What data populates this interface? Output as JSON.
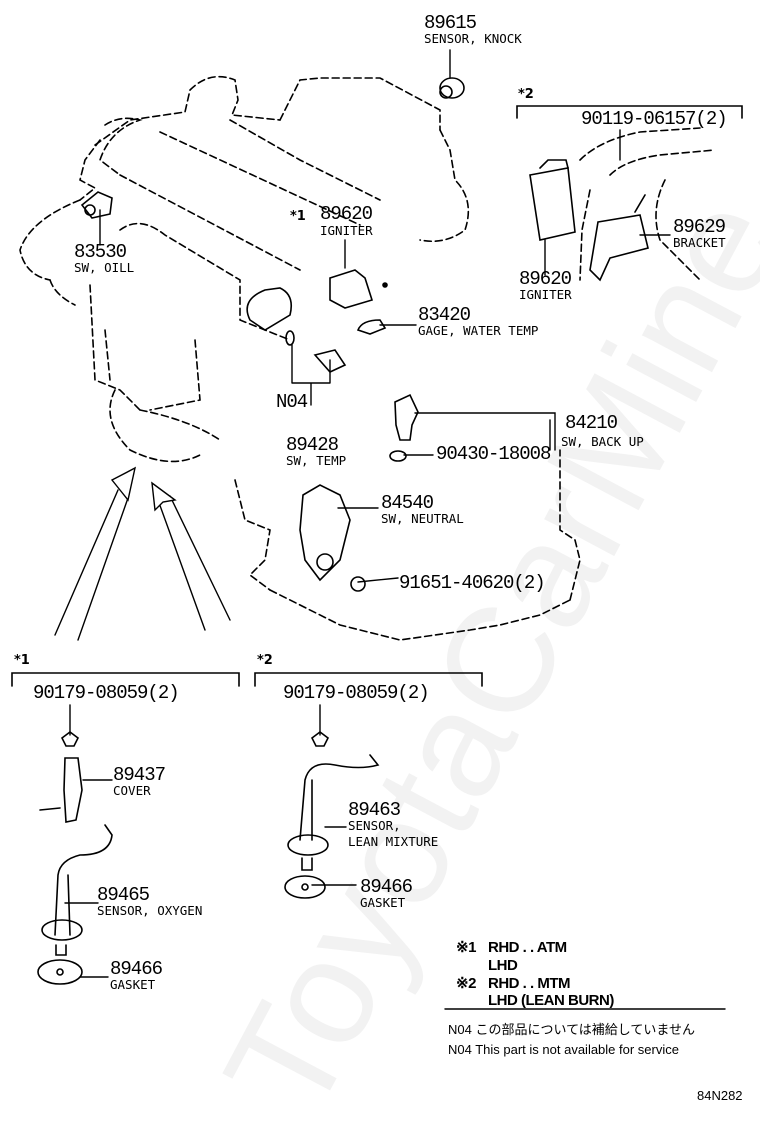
{
  "diagram": {
    "title_code": "84N282",
    "watermark": "ToyotaCarMine",
    "parts": [
      {
        "id": "knock_sensor",
        "number": "89615",
        "name": "SENSOR, KNOCK"
      },
      {
        "id": "bolt_igniter_2",
        "number": "90119-06157(2)",
        "name": ""
      },
      {
        "id": "igniter_1",
        "prefix": "*1",
        "number": "89620",
        "name": "IGNITER"
      },
      {
        "id": "igniter_2",
        "number": "89620",
        "name": "IGNITER"
      },
      {
        "id": "bracket",
        "number": "89629",
        "name": "BRACKET"
      },
      {
        "id": "oil_switch",
        "number": "83530",
        "name": "SW, OILL"
      },
      {
        "id": "water_temp_gage",
        "number": "83420",
        "name": "GAGE, WATER TEMP"
      },
      {
        "id": "n04",
        "number": "N04",
        "name": ""
      },
      {
        "id": "temp_switch",
        "number": "89428",
        "name": "SW, TEMP"
      },
      {
        "id": "backup_switch",
        "number": "84210",
        "name": "SW, BACK UP"
      },
      {
        "id": "gasket_backup",
        "number": "90430-18008",
        "name": ""
      },
      {
        "id": "neutral_switch",
        "number": "84540",
        "name": "SW, NEUTRAL"
      },
      {
        "id": "bolt_neutral",
        "number": "91651-40620(2)",
        "name": ""
      },
      {
        "id": "nut_1",
        "number": "90179-08059(2)",
        "name": ""
      },
      {
        "id": "cover",
        "number": "89437",
        "name": "COVER"
      },
      {
        "id": "oxygen_sensor",
        "number": "89465",
        "name": "SENSOR, OXYGEN"
      },
      {
        "id": "gasket_1",
        "number": "89466",
        "name": "GASKET"
      },
      {
        "id": "nut_2",
        "number": "90179-08059(2)",
        "name": ""
      },
      {
        "id": "lean_sensor",
        "number": "89463",
        "name": "SENSOR,",
        "name2": "LEAN MIXTURE"
      },
      {
        "id": "gasket_2",
        "number": "89466",
        "name": "GASKET"
      }
    ],
    "groups": {
      "g1_label": "*1",
      "g2_label": "*2",
      "g2_top_label": "*2"
    },
    "legend": {
      "row1_mark": "※1",
      "row1_a": "RHD . . ATM",
      "row1_b": "LHD",
      "row2_mark": "※2",
      "row2_a": "RHD . . MTM",
      "row2_b": "LHD (LEAN BURN)"
    },
    "notes": {
      "jp": "N04 この部品については補給していません",
      "en": "N04 This part is not available for service"
    }
  }
}
